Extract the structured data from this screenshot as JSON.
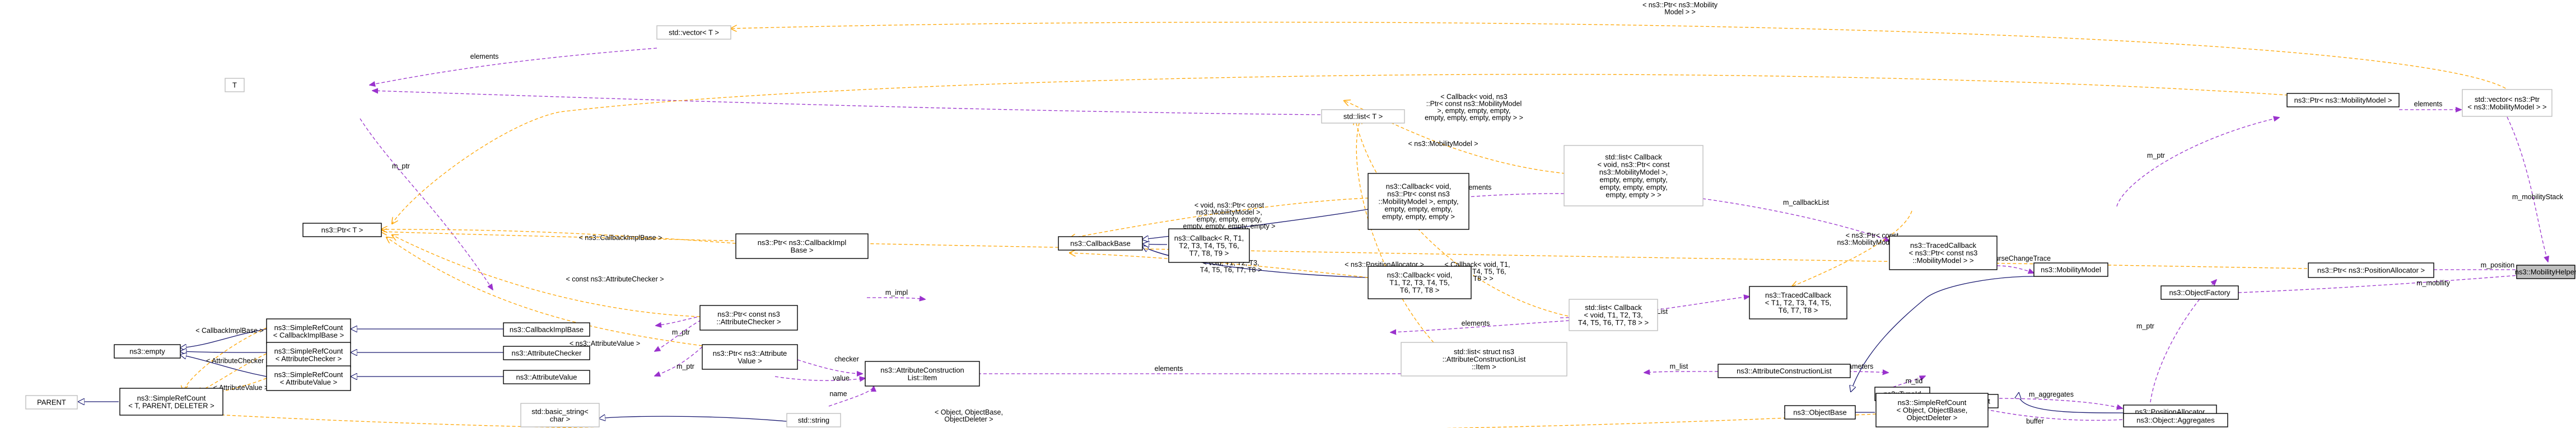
{
  "nodes": {
    "mobility_helper": [
      "ns3::MobilityHelper"
    ],
    "ptr_position_allocator": [
      "ns3::Ptr< ns3::PositionAllocator >"
    ],
    "object_factory": [
      "ns3::ObjectFactory"
    ],
    "vector_ptr_mobility": [
      "std::vector< ns3::Ptr",
      "< ns3::MobilityModel > >"
    ],
    "ptr_mobility_model": [
      "ns3::Ptr< ns3::MobilityModel >"
    ],
    "mobility_model": [
      "ns3::MobilityModel"
    ],
    "traced_callback_ptr": [
      "ns3::TracedCallback",
      "< ns3::Ptr< const ns3",
      "::MobilityModel > >"
    ],
    "traced_callback_tmpl": [
      "ns3::TracedCallback",
      "< T1, T2, T3, T4, T5,",
      "T6, T7, T8 >"
    ],
    "list_callback_mobility": [
      "std::list< Callback",
      "< void, ns3::Ptr< const",
      "ns3::MobilityModel >,",
      "empty, empty, empty,",
      "empty, empty, empty,",
      "empty, empty > >"
    ],
    "list_callback_tmpl": [
      "std::list< Callback",
      "< void, T1, T2, T3,",
      "T4, T5, T6, T7, T8 > >"
    ],
    "list_t": [
      "std::list< T >"
    ],
    "callback_void_mobility": [
      "ns3::Callback< void,",
      "ns3::Ptr< const ns3",
      "::MobilityModel >, empty,",
      "empty, empty, empty,",
      "empty, empty, empty >"
    ],
    "callback_void_tmpl": [
      "ns3::Callback< void,",
      "T1, T2, T3, T4, T5,",
      "T6, T7, T8 >"
    ],
    "callback_r_tmpl": [
      "ns3::Callback< R, T1,",
      "T2, T3, T4, T5, T6,",
      "T7, T8, T9 >"
    ],
    "callback_base": [
      "ns3::CallbackBase"
    ],
    "ptr_callback_impl_base": [
      "ns3::Ptr< ns3::CallbackImpl",
      "Base >"
    ],
    "ptr_t": [
      "ns3::Ptr< T >"
    ],
    "t": [
      "T"
    ],
    "vector_t": [
      "std::vector< T >"
    ],
    "empty": [
      "ns3::empty"
    ],
    "parent": [
      "PARENT"
    ],
    "simple_ref_count_tmpl": [
      "ns3::SimpleRefCount",
      "< T, PARENT, DELETER >"
    ],
    "simple_ref_count_callback_impl": [
      "ns3::SimpleRefCount",
      "< CallbackImplBase >"
    ],
    "simple_ref_count_attribute_checker": [
      "ns3::SimpleRefCount",
      "< AttributeChecker >"
    ],
    "simple_ref_count_attribute_value": [
      "ns3::SimpleRefCount",
      "< AttributeValue >"
    ],
    "callback_impl_base": [
      "ns3::CallbackImplBase"
    ],
    "attribute_checker": [
      "ns3::AttributeChecker"
    ],
    "attribute_value": [
      "ns3::AttributeValue"
    ],
    "ptr_const_attribute_checker": [
      "ns3::Ptr< const ns3",
      "::AttributeChecker >"
    ],
    "ptr_attribute_value": [
      "ns3::Ptr< ns3::Attribute",
      "Value >"
    ],
    "std_string": [
      "std::string"
    ],
    "basic_string": [
      "std::basic_string<",
      "char >"
    ],
    "attribute_construction_list_item": [
      "ns3::AttributeConstruction",
      "List::Item"
    ],
    "list_struct_item": [
      "std::list< struct ns3",
      "::AttributeConstructionList",
      "::Item >"
    ],
    "attribute_construction_list": [
      "ns3::AttributeConstructionList"
    ],
    "type_id": [
      "ns3::TypeId"
    ],
    "object": [
      "ns3::Object"
    ],
    "object_base": [
      "ns3::ObjectBase"
    ],
    "simple_ref_count_object": [
      "ns3::SimpleRefCount",
      "< Object, ObjectBase,",
      "ObjectDeleter >"
    ],
    "position_allocator": [
      "ns3::PositionAllocator"
    ],
    "object_aggregates": [
      "ns3::Object::Aggregates"
    ]
  },
  "edge_labels": {
    "m_mobility_stack": [
      "m_mobilityStack"
    ],
    "m_position": [
      "m_position"
    ],
    "m_mobility": [
      "m_mobility"
    ],
    "elements_vector_ptr": [
      "elements"
    ],
    "m_ptr_mobility": [
      "m_ptr"
    ],
    "m_course_change_trace": [
      "m_courseChangeTrace"
    ],
    "tmpl_ptr_const_mobility_model": [
      "< ns3::Ptr< const",
      "ns3::MobilityModel > >"
    ],
    "m_callback_list_1": [
      "m_callbackList"
    ],
    "m_callback_list_2": [
      "m_callbackList"
    ],
    "tmpl_callback_mobility_list": [
      "< Callback< void, ns3",
      "::Ptr< const ns3::MobilityModel",
      ">, empty, empty, empty,",
      "empty, empty, empty, empty > >"
    ],
    "tmpl_callback_tmpl_list": [
      "< Callback< void, T1,",
      "T2, T3, T4, T5, T6,",
      "T7, T8 > >"
    ],
    "tmpl_struct_item": [
      "< struct ns3::AttributeConstruction",
      "List::Item >"
    ],
    "elements_list_1": [
      "elements"
    ],
    "elements_list_2": [
      "elements"
    ],
    "elements_list_3": [
      "elements"
    ],
    "tmpl_mobility_model": [
      "< ns3::MobilityModel >"
    ],
    "tmpl_vector_top": [
      "< ns3::Ptr< ns3::Mobility",
      "Model > >"
    ],
    "elements_vector_t": [
      "elements"
    ],
    "m_ptr_t": [
      "m_ptr"
    ],
    "tmpl_void_ptr_const": [
      "< void, ns3::Ptr< const",
      "ns3::MobilityModel >,",
      "empty, empty, empty,",
      "empty, empty, empty, empty >"
    ],
    "tmpl_void_t": [
      "< void, T1, T2, T3,",
      "T4, T5, T6, T7, T8 >"
    ],
    "m_impl": [
      "m_impl"
    ],
    "tmpl_callback_impl_base": [
      "< ns3::CallbackImplBase >"
    ],
    "tmpl_const_attribute_checker": [
      "< const ns3::AttributeChecker >"
    ],
    "tmpl_position_allocator": [
      "< ns3::PositionAllocator >"
    ],
    "m_ptr_cb_impl": [
      "m_ptr"
    ],
    "m_ptr_attr_checker": [
      "m_ptr"
    ],
    "m_ptr_attr_value": [
      "m_ptr"
    ],
    "tmpl_attribute_value": [
      "< ns3::AttributeValue >"
    ],
    "tmpl_callback_impl_base_src": [
      "< CallbackImplBase >"
    ],
    "tmpl_attribute_checker_src": [
      "< AttributeChecker >"
    ],
    "tmpl_attribute_value_src": [
      "< AttributeValue >"
    ],
    "checker": [
      "checker"
    ],
    "value": [
      "value"
    ],
    "name": [
      "name"
    ],
    "m_list": [
      "m_list"
    ],
    "m_parameters": [
      "m_parameters"
    ],
    "m_tid_factory": [
      "m_tid"
    ],
    "m_tid_object": [
      "m_tid"
    ],
    "m_aggregates": [
      "m_aggregates"
    ],
    "buffer": [
      "buffer"
    ],
    "m_ptr_position": [
      "m_ptr"
    ],
    "tmpl_object_base": [
      "< Object, ObjectBase,",
      "ObjectDeleter >"
    ]
  }
}
